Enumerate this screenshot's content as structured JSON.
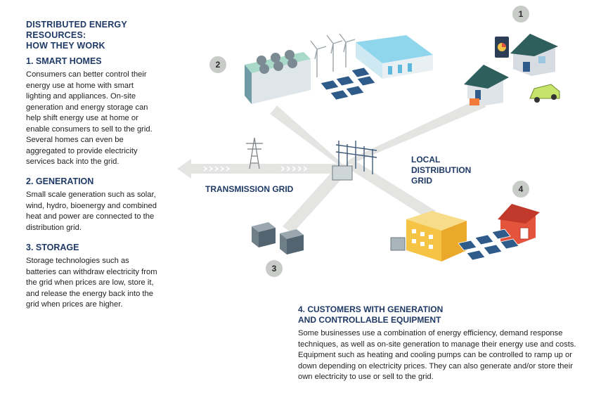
{
  "title_lines": [
    "DISTRIBUTED ENERGY RESOURCES:",
    "HOW THEY WORK"
  ],
  "sections": [
    {
      "heading": "1. SMART HOMES",
      "body": "Consumers can better control their energy use at home with smart lighting and appliances. On-site generation and energy storage can help shift energy use at home or enable consumers to sell to the grid. Several homes can even be aggregated to provide electricity services back into the grid."
    },
    {
      "heading": "2. GENERATION",
      "body": "Small scale generation such as solar, wind, hydro, bioenergy and combined heat and power are connected to the distribution grid."
    },
    {
      "heading": "3. STORAGE",
      "body": "Storage technologies such as batteries can withdraw electricity from the grid when prices are low, store it, and release the energy back into the grid when prices are higher."
    }
  ],
  "customers": {
    "heading_lines": [
      "4. CUSTOMERS WITH GENERATION",
      "AND CONTROLLABLE EQUIPMENT"
    ],
    "body": "Some businesses use a combination of energy efficiency, demand response techniques, as well as on-site generation to manage their energy use and costs. Equipment such as heating and cooling pumps can be controlled to ramp up or down depending on electricity prices. They can also generate and/or store their own electricity to use or sell to the grid."
  },
  "labels": {
    "transmission": "TRANSMISSION GRID",
    "local_lines": [
      "LOCAL",
      "DISTRIBUTION",
      "GRID"
    ]
  },
  "badges": [
    "1",
    "2",
    "3",
    "4"
  ],
  "icons": [
    "smart-homes-icon",
    "generation-plant-icon",
    "wind-turbine-icon",
    "hydro-dam-icon",
    "solar-panel-icon",
    "battery-storage-icon",
    "substation-icon",
    "transmission-tower-icon",
    "business-building-icon",
    "barn-icon",
    "electric-car-icon",
    "smartphone-icon"
  ],
  "colors": {
    "heading": "#1f3a66",
    "badge": "#c8cbc7",
    "road": "#e4e5e3",
    "roof": "#2f5f5c",
    "accent": "#f47a3a"
  }
}
